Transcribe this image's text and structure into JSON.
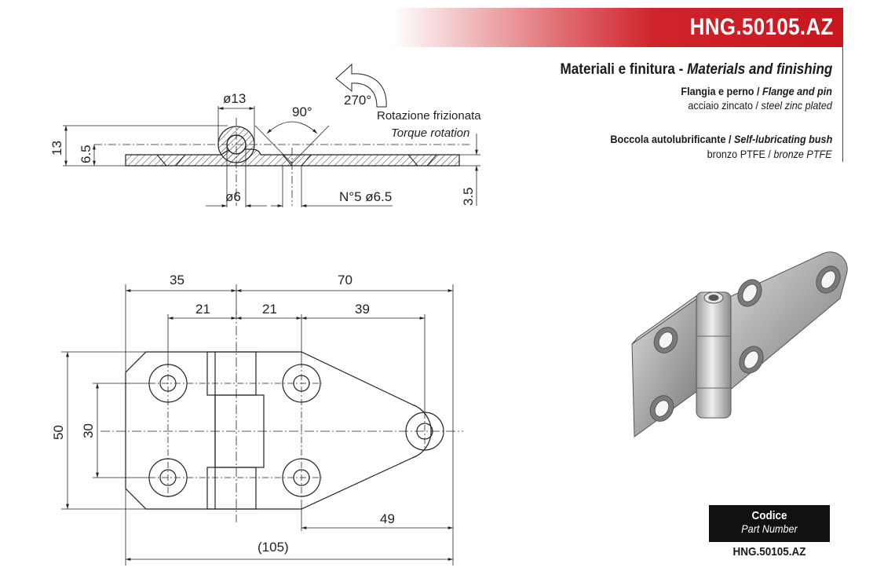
{
  "header": {
    "part_code": "HNG.50105.AZ"
  },
  "specs": {
    "heading_it": "Materiali e finitura - ",
    "heading_en": "Materials and finishing",
    "flange_label_it": "Flangia e perno / ",
    "flange_label_en": "Flange and pin",
    "flange_value_it": "acciaio zincato / ",
    "flange_value_en": "steel zinc plated",
    "bush_label_it": "Boccola autolubrificante / ",
    "bush_label_en": "Self-lubricating bush",
    "bush_value_it": "bronzo PTFE / ",
    "bush_value_en": "bronze PTFE"
  },
  "side_view": {
    "dia_pin_outer": "ø13",
    "angle": "90°",
    "rotation_angle": "270°",
    "rotation_it": "Rotazione frizionata",
    "rotation_en": "Torque rotation",
    "height_total": "13",
    "height_axis": "6.5",
    "dia_pin": "ø6",
    "holes": "N°5  ø6.5",
    "thickness": "3.5"
  },
  "front_view": {
    "dim_35": "35",
    "dim_70": "70",
    "dim_21a": "21",
    "dim_21b": "21",
    "dim_39": "39",
    "dim_50": "50",
    "dim_30": "30",
    "dim_49": "49",
    "dim_105": "(105)"
  },
  "part_number": {
    "label_it": "Codice",
    "label_en": "Part Number",
    "value": "HNG.50105.AZ"
  },
  "colors": {
    "brand_red": "#c8161e",
    "code_box": "#111111"
  }
}
